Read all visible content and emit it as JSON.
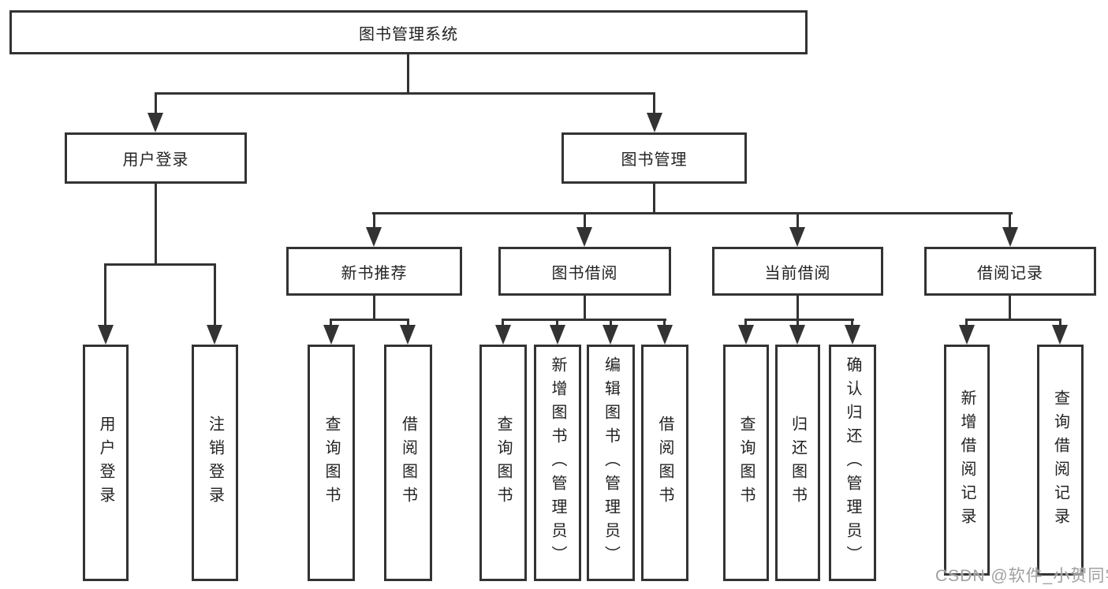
{
  "tree": {
    "root": {
      "label": "图书管理系统",
      "children": [
        {
          "label": "用户登录",
          "children": [
            {
              "label": "用户登录"
            },
            {
              "label": "注销登录"
            }
          ]
        },
        {
          "label": "图书管理",
          "children": [
            {
              "label": "新书推荐",
              "children": [
                {
                  "label": "查询图书"
                },
                {
                  "label": "借阅图书"
                }
              ]
            },
            {
              "label": "图书借阅",
              "children": [
                {
                  "label": "查询图书"
                },
                {
                  "label": "新增图书（管理员）"
                },
                {
                  "label": "编辑图书（管理员）"
                },
                {
                  "label": "借阅图书"
                }
              ]
            },
            {
              "label": "当前借阅",
              "children": [
                {
                  "label": "查询图书"
                },
                {
                  "label": "归还图书"
                },
                {
                  "label": "确认归还（管理员）"
                }
              ]
            },
            {
              "label": "借阅记录",
              "children": [
                {
                  "label": "新增借阅记录"
                },
                {
                  "label": "查询借阅记录"
                }
              ]
            }
          ]
        }
      ]
    }
  },
  "watermark": {
    "text": "CSDN @软件_小贺同学"
  },
  "colors": {
    "line": "#333333",
    "box_border": "#333333",
    "text": "#222222",
    "watermark_text": "#a0a0a0",
    "background": "#ffffff"
  }
}
